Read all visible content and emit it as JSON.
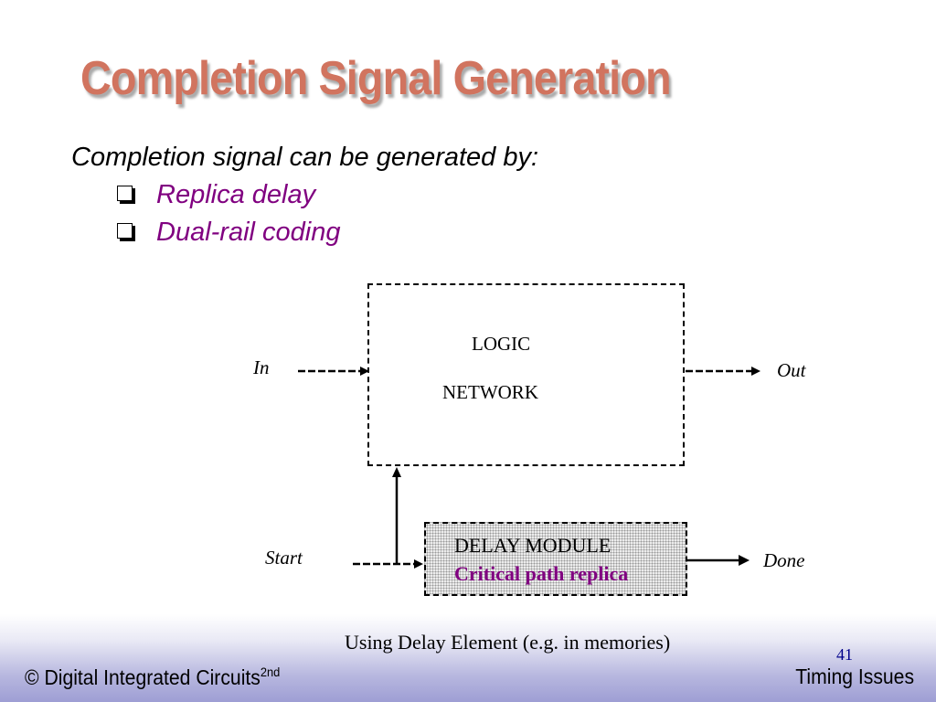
{
  "slide": {
    "title": "Completion Signal Generation",
    "intro": "Completion signal can be generated by:",
    "bullets": [
      {
        "text": "Replica delay"
      },
      {
        "text": "Dual-rail coding"
      }
    ],
    "colors": {
      "title": "#d1745f",
      "bullet_text": "#800080",
      "accent_text": "#800080",
      "page_number": "#00008b",
      "footer_band": "#9e9ed4"
    }
  },
  "diagram": {
    "logic_line1": "LOGIC",
    "logic_line2": "NETWORK",
    "in_label": "In",
    "out_label": "Out",
    "start_label": "Start",
    "done_label": "Done",
    "delay_title": "DELAY MODULE",
    "delay_subtitle": "Critical path replica",
    "caption": "Using Delay Element (e.g. in memories)"
  },
  "footer": {
    "left_text": "© Digital Integrated Circuits",
    "left_sup": "2nd",
    "page_number": "41",
    "right_text": "Timing Issues"
  }
}
